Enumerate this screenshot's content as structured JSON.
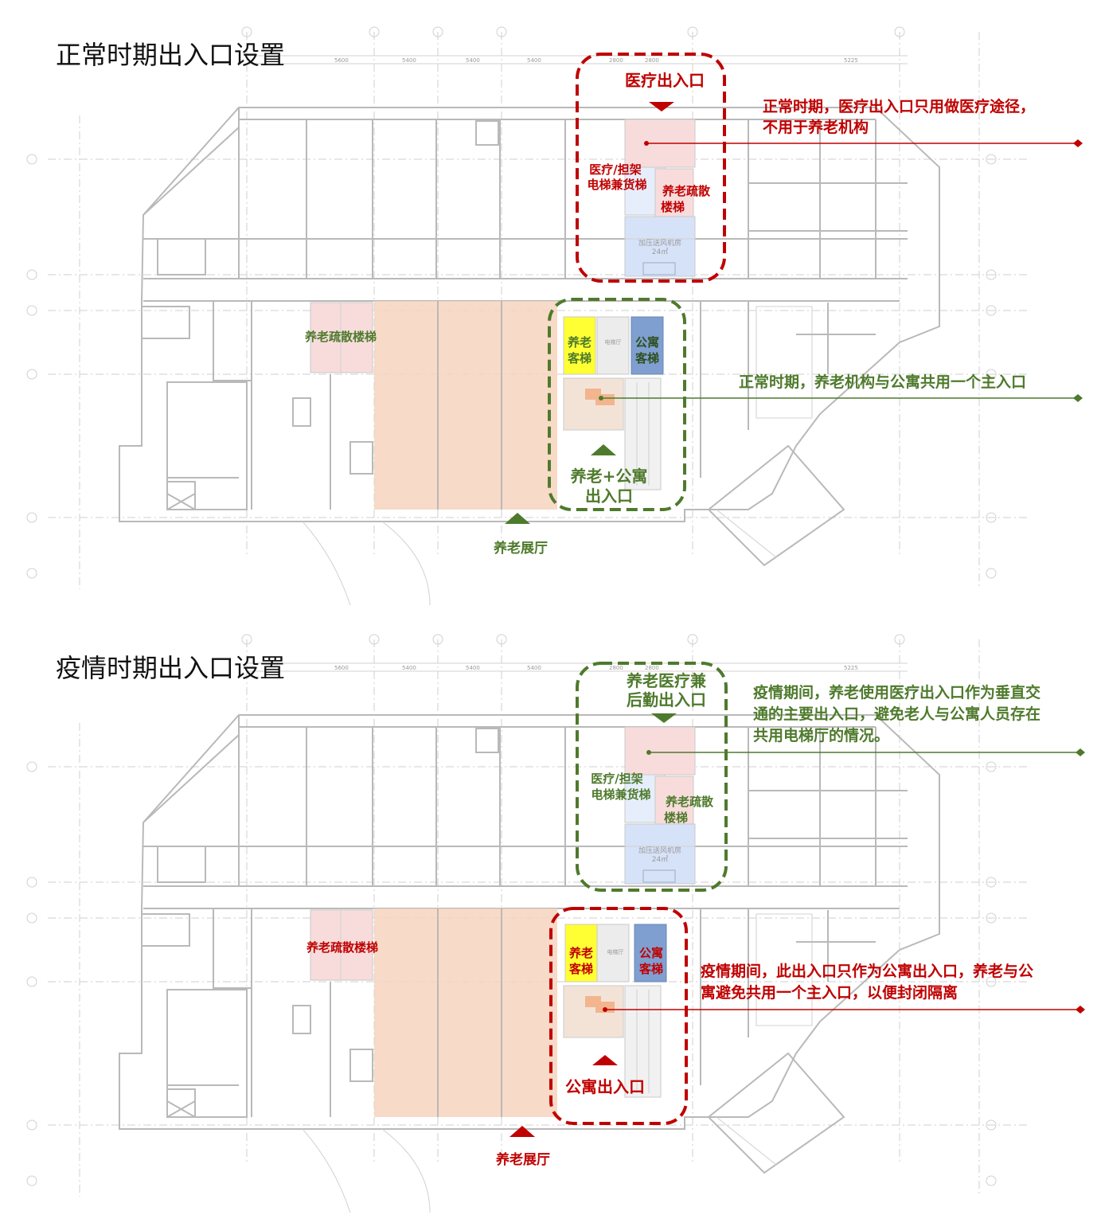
{
  "colors": {
    "red": "#c00000",
    "green": "#4e7a2c",
    "exhibition_fill": "#f6d3bd",
    "stair_fill": "#f8dcdc",
    "elevator_yellow": "#ffff33",
    "elevator_blue": "#7f9fd0",
    "lobby_grey": "#ececec",
    "blue_room": "#d6e2f8"
  },
  "panel_normal": {
    "title": "正常时期出入口设置",
    "medical_entrance": "医疗出入口",
    "medical_note_line1": "正常时期，医疗出入口只用做医疗途径，",
    "medical_note_line2": "不用于养老机构",
    "medical_elevator_line1": "医疗/担架",
    "medical_elevator_line2": "电梯兼货梯",
    "evac_stair_line1": "养老疏散",
    "evac_stair_line2": "楼梯",
    "pressure_room": "加压送风机房",
    "pressure_area": "24㎡",
    "west_stair": "养老疏散楼梯",
    "elderly_elevator_line1": "养老",
    "elderly_elevator_line2": "客梯",
    "elevator_hall": "电梯厅",
    "apartment_elevator_line1": "公寓",
    "apartment_elevator_line2": "客梯",
    "main_note": "正常时期，养老机构与公寓共用一个主入口",
    "main_entrance_line1": "养老+公寓",
    "main_entrance_line2": "出入口",
    "exhibition": "养老展厅"
  },
  "panel_epidemic": {
    "title": "疫情时期出入口设置",
    "medical_entrance_line1": "养老医疗兼",
    "medical_entrance_line2": "后勤出入口",
    "medical_note_line1": "疫情期间，养老使用医疗出入口作为垂直交",
    "medical_note_line2": "通的主要出入口，避免老人与公寓人员存在",
    "medical_note_line3": "共用电梯厅的情况。",
    "medical_elevator_line1": "医疗/担架",
    "medical_elevator_line2": "电梯兼货梯",
    "evac_stair_line1": "养老疏散",
    "evac_stair_line2": "楼梯",
    "pressure_room": "加压送风机房",
    "pressure_area": "24㎡",
    "west_stair": "养老疏散楼梯",
    "elderly_elevator_line1": "养老",
    "elderly_elevator_line2": "客梯",
    "elevator_hall": "电梯厅",
    "apartment_elevator_line1": "公寓",
    "apartment_elevator_line2": "客梯",
    "main_note_line1": "疫情期间，此出入口只作为公寓出入口，养老与公",
    "main_note_line2": "寓避免共用一个主入口，以便封闭隔离",
    "main_entrance": "公寓出入口",
    "exhibition": "养老展厅"
  },
  "dimensions": [
    "5600",
    "5400",
    "5400",
    "5400",
    "2800",
    "2800",
    "5225"
  ]
}
